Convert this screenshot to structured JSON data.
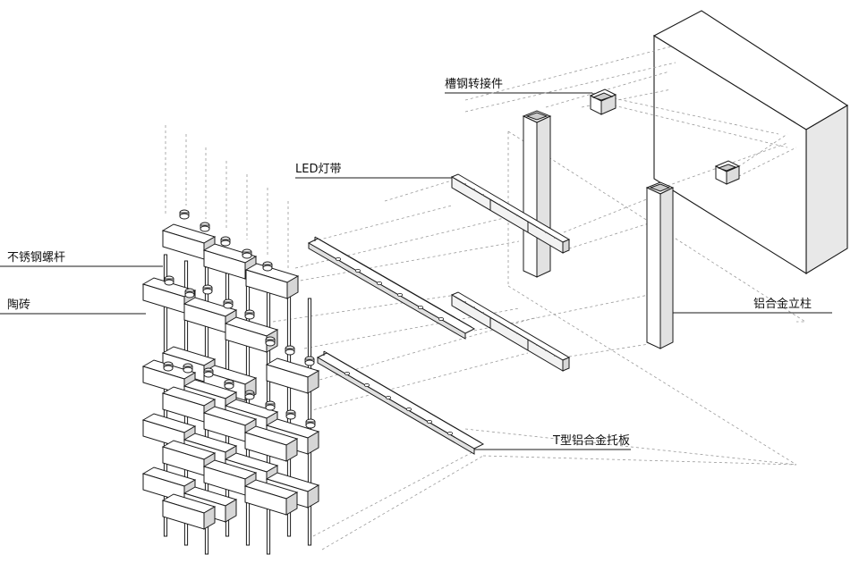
{
  "labels": {
    "channel_adapter": "槽钢转接件",
    "led_strip": "LED灯带",
    "stainless_rod": "不锈钢螺杆",
    "ceramic_tile": "陶砖",
    "alu_column": "铝合金立柱",
    "t_bracket": "T型铝合金托板"
  },
  "colors": {
    "line": "#1a1a1a",
    "dashed": "#9a9a9a",
    "fill_light": "#ffffff",
    "fill_shade": "#e6e6e6",
    "fill_dark": "#cfcfcf"
  }
}
